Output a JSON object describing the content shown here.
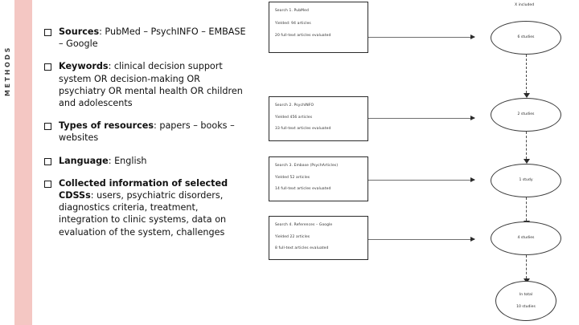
{
  "slide": {
    "section_label": "METHODS",
    "accent_color": "#f4c7c3"
  },
  "bullets": [
    {
      "marker": "square-bullet",
      "bold": "Sources",
      "rest": ": PubMed – PsychINFO – EMBASE – Google"
    },
    {
      "marker": "square-bullet",
      "bold": "Keywords",
      "rest": ":  clinical decision support system OR decision-making OR psychiatry OR mental health OR children and adolescents"
    },
    {
      "marker": "square-bullet",
      "bold": "Types of resources",
      "rest": ": papers – books – websites"
    },
    {
      "marker": "square-bullet",
      "bold": "Language",
      "rest": ": English"
    },
    {
      "marker": "square-bullet",
      "bold": "Collected information of selected CDSSs",
      "rest": ": users, psychiatric disorders, diagnostics criteria, treatment, integration to clinic systems, data on evaluation of the system, challenges"
    }
  ],
  "flow": {
    "boxes": [
      {
        "title": "Search 1. PubMed",
        "yield": "Yielded: 94 articles",
        "evaluated": "20 full-text articles evaluated"
      },
      {
        "title": "Search 2. PsychINFO",
        "yield": "Yielded 456 articles",
        "evaluated": "33 full-text articles evaluated"
      },
      {
        "title": "Search 3. Embase (PsychArticles)",
        "yield": "Yielded 52 articles",
        "evaluated": "14 full-text articles evaluated"
      },
      {
        "title": "Search 4. References – Google",
        "yield": "Yielded 22 articles",
        "evaluated": "8 full-text articles evaluated"
      }
    ],
    "included_caption": "X included",
    "ellipses": [
      {
        "line1": "6 studies",
        "line2": ""
      },
      {
        "line1": "2 studies",
        "line2": ""
      },
      {
        "line1": "1 study",
        "line2": ""
      },
      {
        "line1": "4 studies",
        "line2": ""
      },
      {
        "line1": "In total",
        "line2": "10 studies"
      }
    ]
  }
}
